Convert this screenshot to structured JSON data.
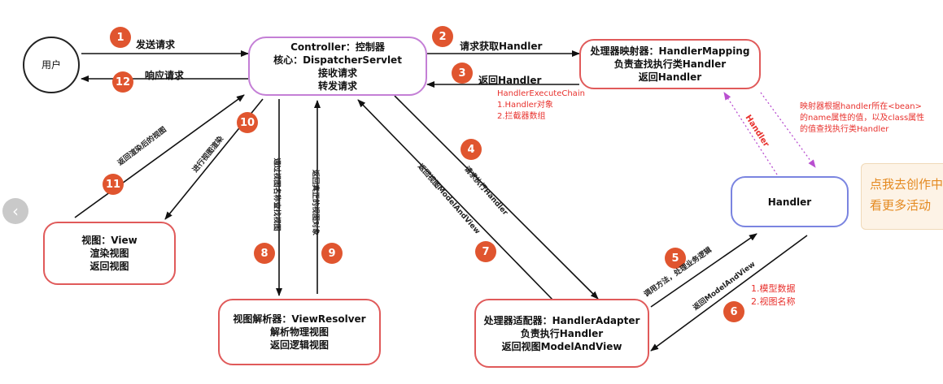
{
  "nodes": {
    "user": [
      "用户"
    ],
    "controller": [
      "Controller：控制器",
      "核心：DispatcherServlet",
      "接收请求",
      "转发请求"
    ],
    "handler_mapping": [
      "处理器映射器：HandlerMapping",
      "负责查找执行类Handler",
      "返回Handler"
    ],
    "handler": [
      "Handler"
    ],
    "handler_adapter": [
      "处理器适配器：HandlerAdapter",
      "负责执行Handler",
      "返回视图ModelAndView"
    ],
    "view_resolver": [
      "视图解析器：ViewResolver",
      "解析物理视图",
      "返回逻辑视图"
    ],
    "view": [
      "视图：View",
      "渲染视图",
      "返回视图"
    ]
  },
  "steps": [
    {
      "n": "1",
      "label": "发送请求"
    },
    {
      "n": "2",
      "label": "请求获取Handler"
    },
    {
      "n": "3",
      "label": "返回Handler"
    },
    {
      "n": "4",
      "label": "请求执行Handler"
    },
    {
      "n": "5",
      "label": "调用方法，处理业务逻辑"
    },
    {
      "n": "6",
      "label": "返回ModelAndView"
    },
    {
      "n": "7",
      "label": "返回视图ModelAndView"
    },
    {
      "n": "8",
      "label": "通过视图名称查找视图"
    },
    {
      "n": "9",
      "label": "返回真正的视图对象"
    },
    {
      "n": "10",
      "label": "进行视图渲染"
    },
    {
      "n": "11",
      "label": "返回渲染后的视图"
    },
    {
      "n": "12",
      "label": "响应请求"
    }
  ],
  "notes": {
    "chain": [
      "HandlerExecuteChain",
      "1.Handler对象",
      "2.拦截器数组"
    ],
    "mapping_note": [
      "映射器根据handler所在<bean>",
      "的name属性的值，以及class属性",
      "的值查找执行类Handler"
    ],
    "handler_dotted": "Handler",
    "model_note": [
      "1.模型数据",
      "2.视图名称"
    ]
  },
  "ui": {
    "prev_icon": "chevron-left-icon",
    "prev_glyph": "‹",
    "promo": [
      "点我去创作中",
      "看更多活动"
    ]
  },
  "colors": {
    "badge": "#e0552f",
    "box_red": "#e05a5a",
    "box_purple": "#c47fd6",
    "box_blue": "#7a84e0",
    "annotation": "#e8312d",
    "dotted_arrow": "#b94fd0"
  }
}
